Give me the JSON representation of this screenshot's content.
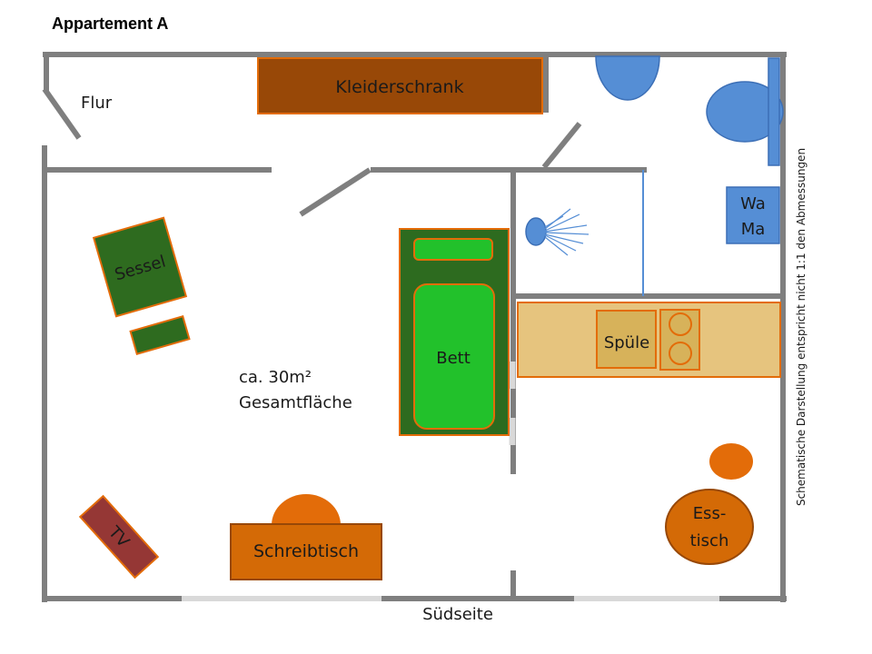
{
  "title": "Appartement A",
  "rooms": {
    "flur": "Flur",
    "area_line1": "ca. 30m²",
    "area_line2": "Gesamtfläche"
  },
  "furniture": {
    "kleiderschrank": "Kleiderschrank",
    "sessel": "Sessel",
    "bett": "Bett",
    "tv": "TV",
    "schreibtisch": "Schreibtisch",
    "spuele": "Spüle",
    "waschmaschine_line1": "Wa",
    "waschmaschine_line2": "Ma",
    "esstisch_line1": "Ess-",
    "esstisch_line2": "tisch"
  },
  "compass": "Südseite",
  "side_note": "Schematische Darstellung entspricht nicht 1:1  den Abmessungen",
  "colors": {
    "wall": "#7f7f7f",
    "window": "#d9d9d9",
    "wardrobe": "#984807",
    "wardrobe_border": "#e36c09",
    "armchair": "#2e6b1f",
    "bed_frame": "#2d6b1f",
    "bed": "#22c12b",
    "tv": "#953735",
    "desk": "#d46a06",
    "kitchen": "#e6c47e",
    "sanitary": "#558ed5",
    "dining": "#d46a06"
  }
}
